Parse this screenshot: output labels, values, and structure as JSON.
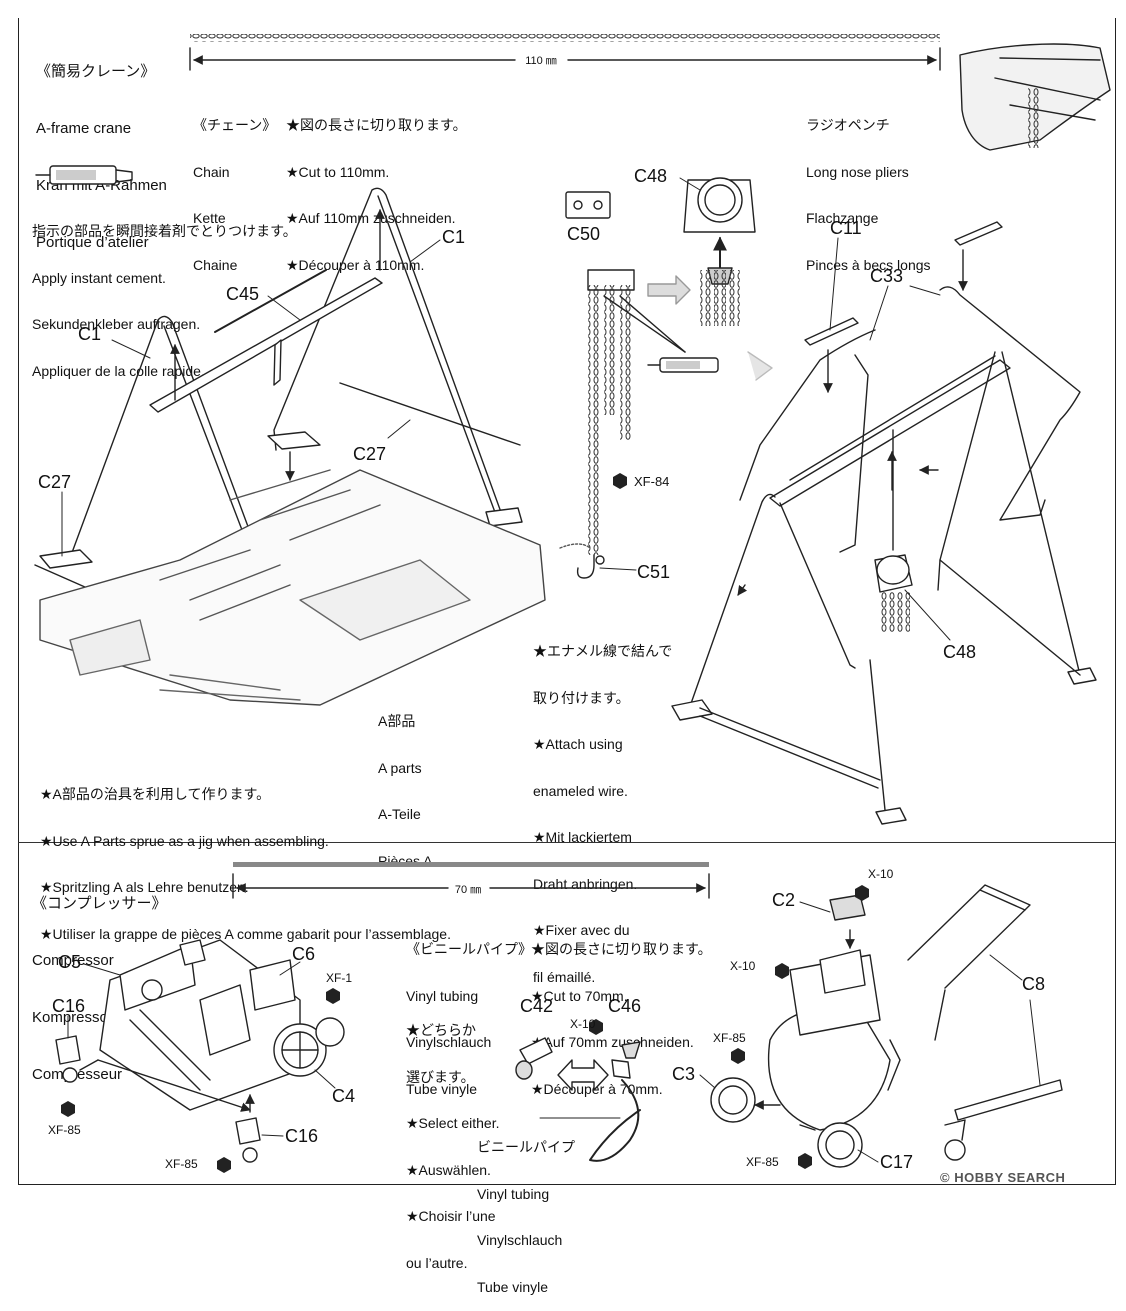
{
  "crane": {
    "title_lines": [
      "《簡易クレーン》",
      "A-frame crane",
      "Kran mit A-Rahmen",
      "Portique d’atelier"
    ],
    "chain_length": "110 ㎜",
    "chain_block": {
      "label_lines": [
        "《チェーン》",
        "Chain",
        "Kette",
        "Chaine"
      ],
      "instruction_lines": [
        "★図の長さに切り取ります。",
        "★Cut to 110mm.",
        "★Auf 110mm zuschneiden.",
        "★Découper à 110mm."
      ]
    },
    "pliers_lines": [
      "ラジオペンチ",
      "Long nose pliers",
      "Flachzange",
      "Pinces à becs longs"
    ],
    "cement_lines": [
      "指示の部品を瞬間接着剤でとりつけます。",
      "Apply instant cement.",
      "Sekundenkleber auftragen.",
      "Appliquer de la colle rapide."
    ],
    "a_parts_lines": [
      "A部品",
      "A parts",
      "A-Teile",
      "Pièces A"
    ],
    "jig_lines": [
      "★A部品の治具を利用して作ります。",
      "★Use A Parts sprue as a jig when assembling.",
      "★Spritzling A als Lehre benutzen.",
      "★Utiliser la grappe de pièces A comme gabarit pour l’assemblage."
    ],
    "wire_lines": [
      "★エナメル線で結んで",
      "取り付けます。",
      "★Attach using",
      "enameled wire.",
      "★Mit lackiertem",
      "Draht anbringen.",
      "★Fixer avec du",
      "fil émaillé."
    ],
    "parts": {
      "c1": "C1",
      "c45": "C45",
      "c27": "C27",
      "c50": "C50",
      "c48": "C48",
      "c51": "C51",
      "c11": "C11",
      "c33": "C33",
      "xf84": "XF-84"
    }
  },
  "compressor": {
    "title_lines": [
      "《コンプレッサー》",
      "Compressor",
      "Kompressor",
      "Compresseur"
    ],
    "tube_length": "70 ㎜",
    "tube_block": {
      "label_lines": [
        "《ビニールパイプ》",
        "Vinyl tubing",
        "Vinylschlauch",
        "Tube vinyle"
      ],
      "instruction_lines": [
        "★図の長さに切り取ります。",
        "★Cut to 70mm.",
        "★Auf 70mm zuschneiden.",
        "★Découper à 70mm."
      ]
    },
    "select_lines": [
      "★どちらか",
      "選びます。",
      "★Select either.",
      "★Auswählen.",
      "★Choisir l’une",
      "ou l’autre."
    ],
    "vinyl_lines": [
      "ビニールパイプ",
      "Vinyl tubing",
      "Vinylschlauch",
      "Tube vinyle"
    ],
    "parts": {
      "c5": "C5",
      "c6": "C6",
      "c16a": "C16",
      "c16b": "C16",
      "c4": "C4",
      "xf1": "XF-1",
      "xf85a": "XF-85",
      "xf85b": "XF-85",
      "c42": "C42",
      "c46": "C46",
      "x10a": "X-10",
      "c2": "C2",
      "x10b": "X-10",
      "x10c": "X-10",
      "c8": "C8",
      "xf85c": "XF-85",
      "c3": "C3",
      "xf85d": "XF-85",
      "c17": "C17"
    }
  },
  "watermark": "© HOBBY SEARCH"
}
